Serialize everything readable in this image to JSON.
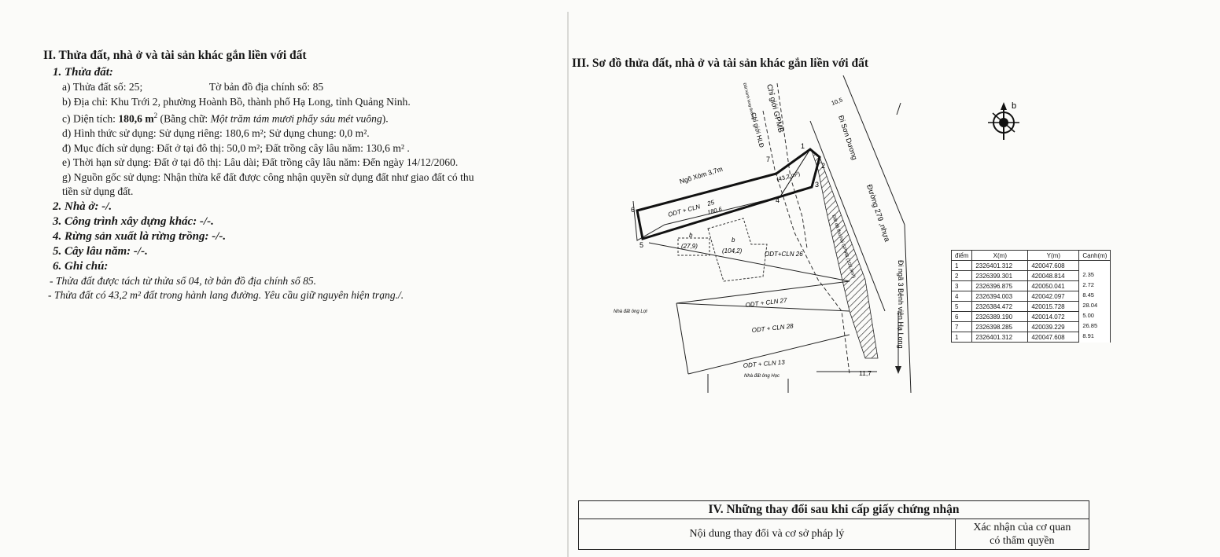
{
  "section2": {
    "title": "II. Thửa đất, nhà ở và tài sản khác gắn liền với đất",
    "parcel": {
      "heading": "1. Thửa đất:",
      "a_number": "a) Thửa đất số: 25;",
      "a_map": "Tờ bản đồ địa chính số: 85",
      "b": "b) Địa chỉ: Khu Trới 2, phường Hoành Bồ, thành phố Hạ Long, tỉnh Quảng Ninh.",
      "c_prefix": "c) Diện tích: ",
      "c_area": "180,6 m",
      "c_sup": "2",
      "c_mid": " (Bằng chữ: ",
      "c_words": "Một trăm tám mươi phẩy sáu mét vuông",
      "c_suffix": ").",
      "d": "d) Hình thức sử dụng: Sử dụng riêng: 180,6 m²; Sử dụng chung: 0,0 m².",
      "dd": "đ) Mục đích sử dụng: Đất ở tại đô thị: 50,0 m²; Đất trồng cây lâu năm: 130,6 m² .",
      "e": "e) Thời hạn sử dụng:  Đất ở tại đô thị: Lâu dài; Đất trồng cây lâu năm: Đến ngày 14/12/2060.",
      "g1": "g) Nguồn gốc sử dụng: Nhận thừa kế đất được công nhận quyền sử dụng đất như giao đất có thu",
      "g2": "tiền sử dụng đất."
    },
    "h2": "2. Nhà ở: -/.",
    "h3": "3. Công trình xây dựng khác: -/-.",
    "h4": "4. Rừng sản xuất là rừng trồng: -/-.",
    "h5": "5. Cây lâu năm: -/-.",
    "h6": "6. Ghi chú:",
    "note1": "- Thửa đất được tách từ thửa số 04, tờ bản đồ địa chính số 85.",
    "note2": "- Thửa đất có 43,2 m² đất trong hành lang đường. Yêu cầu giữ nguyên hiện trạng./."
  },
  "section3": {
    "title": "III. Sơ đồ thửa đất, nhà ở và tài sản khác gắn liền với đất",
    "map": {
      "alley": "Ngõ Xóm 3,7m",
      "main_label": "ODT + CLN",
      "main_num": "25",
      "main_area": "180,6",
      "b1": "b",
      "b1_area": "(27,9)",
      "b2": "b",
      "b2_area": "(104,2)",
      "corridor_area": "(43,2 m²)",
      "p26": "ODT+CLN 26",
      "p27": "ODT + CLN 27",
      "p28": "ODT + CLN 28",
      "p13": "ODT + CLN 13",
      "owner_loi": "Nhà đất ông Lợi",
      "owner_hoc": "Nhà đất ông Học",
      "road_main": "Đường 279 ,nhựa",
      "to_son_duong": "Đi Sơn Dương",
      "to_hospital": "Đi ngã 3 Bệnh viện Hạ Long",
      "gpmb": "Chỉ giới GPMB",
      "hld": "Chỉ giới HLĐ",
      "road_width_top": "10,5",
      "road_width_bottom": "11,7",
      "corridor_text": "Đất hành lang đường",
      "corridor_strip": "Đất đã thu hồi GPMB (103,3m²)",
      "north": "b",
      "points": [
        "1",
        "2",
        "3",
        "4",
        "5",
        "6",
        "7"
      ]
    },
    "table": {
      "headers": [
        "điểm",
        "X(m)",
        "Y(m)",
        "Cạnh(m)"
      ],
      "rows": [
        {
          "pt": "1",
          "x": "2326401.312",
          "y": "420047.608"
        },
        {
          "pt": "2",
          "x": "2326399.301",
          "y": "420048.814"
        },
        {
          "pt": "3",
          "x": "2326396.875",
          "y": "420050.041"
        },
        {
          "pt": "4",
          "x": "2326394.003",
          "y": "420042.097"
        },
        {
          "pt": "5",
          "x": "2326384.472",
          "y": "420015.728"
        },
        {
          "pt": "6",
          "x": "2326389.190",
          "y": "420014.072"
        },
        {
          "pt": "7",
          "x": "2326398.285",
          "y": "420039.229"
        },
        {
          "pt": "1",
          "x": "2326401.312",
          "y": "420047.608"
        }
      ],
      "lengths": [
        "2.35",
        "2.72",
        "8.45",
        "28.04",
        "5.00",
        "26.85",
        "8.91"
      ]
    }
  },
  "section4": {
    "title": "IV. Những thay đổi sau khi cấp giấy chứng nhận",
    "col1": "Nội dung thay đổi và cơ sở pháp lý",
    "col2_line1": "Xác nhận của cơ quan",
    "col2_line2": "có thẩm quyền"
  }
}
